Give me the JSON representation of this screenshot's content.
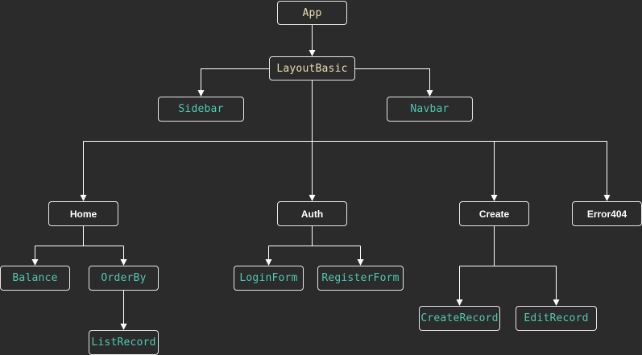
{
  "diagram": {
    "type": "component-tree",
    "colors": {
      "background": "#2b2b2b",
      "line": "#ffffff",
      "border": "#e6e6e6",
      "root_text": "#ecdfb2",
      "component_text": "#4ec9b0",
      "page_text": "#ffffff"
    },
    "nodes": {
      "app": "App",
      "layout_basic": "LayoutBasic",
      "sidebar": "Sidebar",
      "navbar": "Navbar",
      "home": "Home",
      "auth": "Auth",
      "create": "Create",
      "error404": "Error404",
      "balance": "Balance",
      "order_by": "OrderBy",
      "login_form": "LoginForm",
      "register_form": "RegisterForm",
      "list_record": "ListRecord",
      "create_record": "CreateRecord",
      "edit_record": "EditRecord"
    },
    "edges": [
      [
        "app",
        "layout_basic"
      ],
      [
        "layout_basic",
        "sidebar"
      ],
      [
        "layout_basic",
        "navbar"
      ],
      [
        "layout_basic",
        "home"
      ],
      [
        "layout_basic",
        "auth"
      ],
      [
        "layout_basic",
        "create"
      ],
      [
        "layout_basic",
        "error404"
      ],
      [
        "home",
        "balance"
      ],
      [
        "home",
        "order_by"
      ],
      [
        "order_by",
        "list_record"
      ],
      [
        "auth",
        "login_form"
      ],
      [
        "auth",
        "register_form"
      ],
      [
        "create",
        "create_record"
      ],
      [
        "create",
        "edit_record"
      ]
    ]
  }
}
